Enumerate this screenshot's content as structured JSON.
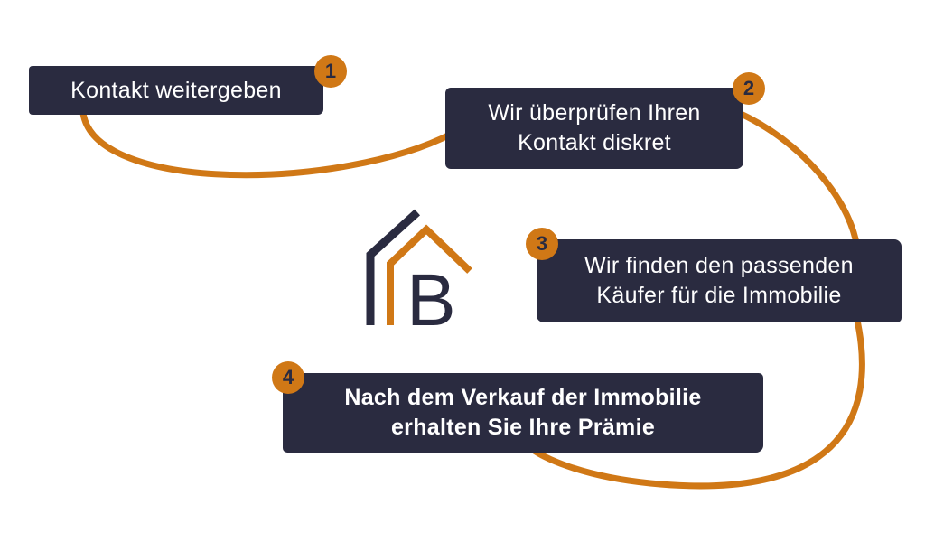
{
  "steps": [
    {
      "number": "1",
      "text": "Kontakt weitergeben"
    },
    {
      "number": "2",
      "text": "Wir überprüfen Ihren\nKontakt diskret"
    },
    {
      "number": "3",
      "text": "Wir finden den passenden\nKäufer für die Immobilie"
    },
    {
      "number": "4",
      "text": "Nach dem Verkauf der Immobilie\nerhalten Sie Ihre Prämie"
    }
  ],
  "logo": {
    "letter": "B",
    "icon": "house-b-logo"
  },
  "colors": {
    "box": "#2a2b40",
    "accent": "#d07816",
    "text": "#ffffff"
  }
}
